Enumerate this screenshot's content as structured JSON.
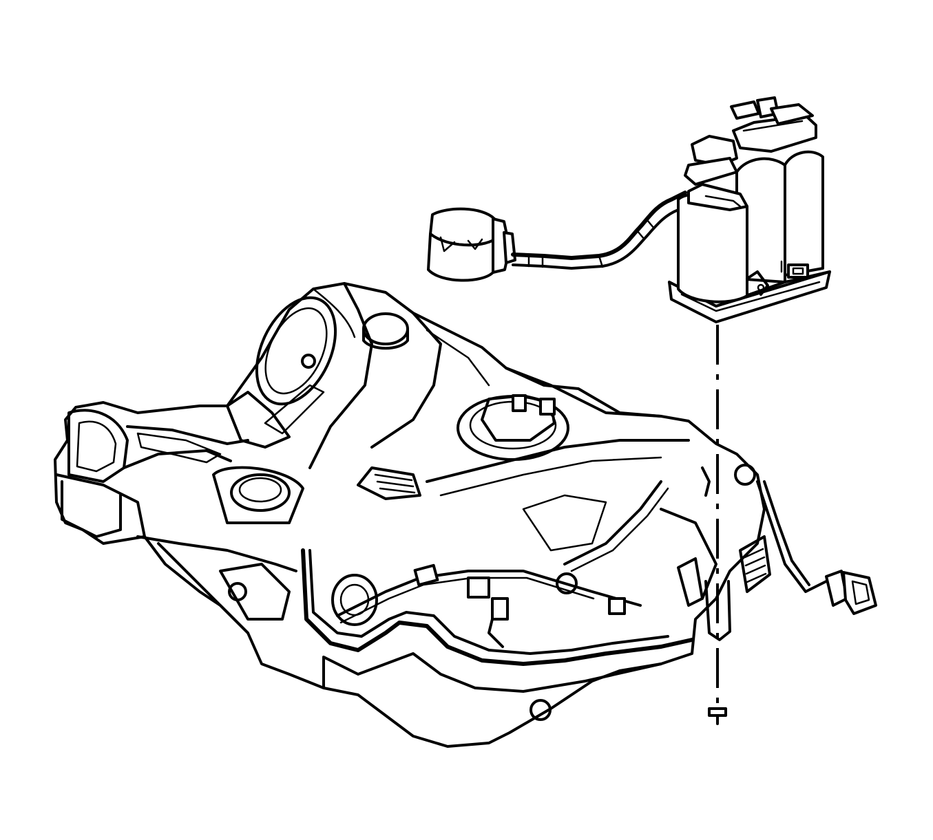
{
  "diagram": {
    "background": "#ffffff",
    "line_color": "#000000",
    "components": [
      {
        "name": "fuel-tank",
        "icon": "fuel-tank-outline"
      },
      {
        "name": "evap-canister",
        "icon": "canister-outline"
      },
      {
        "name": "canister-vent-solenoid",
        "icon": "solenoid-outline"
      },
      {
        "name": "vent-hose",
        "icon": "hose-outline"
      },
      {
        "name": "mounting-bolt",
        "icon": "bolt-outline"
      },
      {
        "name": "wiring-harness-connector",
        "icon": "connector-outline"
      }
    ]
  }
}
